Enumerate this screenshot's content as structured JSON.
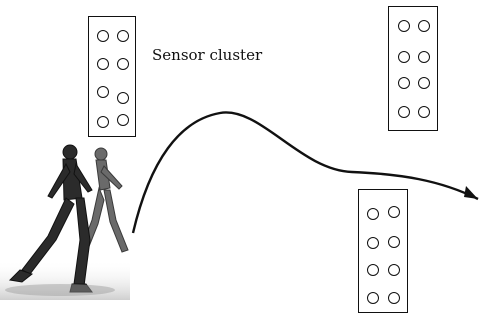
{
  "labels": {
    "sensor_cluster": "Sensor cluster"
  },
  "clusters": [
    {
      "id": "cluster-top-left",
      "sensor_rows": 4,
      "sensor_cols": 2
    },
    {
      "id": "cluster-top-right",
      "sensor_rows": 4,
      "sensor_cols": 2
    },
    {
      "id": "cluster-bottom-right",
      "sensor_rows": 4,
      "sensor_cols": 2
    }
  ],
  "figure": {
    "image": "two-people-walking",
    "path": "curved-arrow-trajectory"
  },
  "colors": {
    "line": "#111111",
    "background": "#ffffff"
  }
}
